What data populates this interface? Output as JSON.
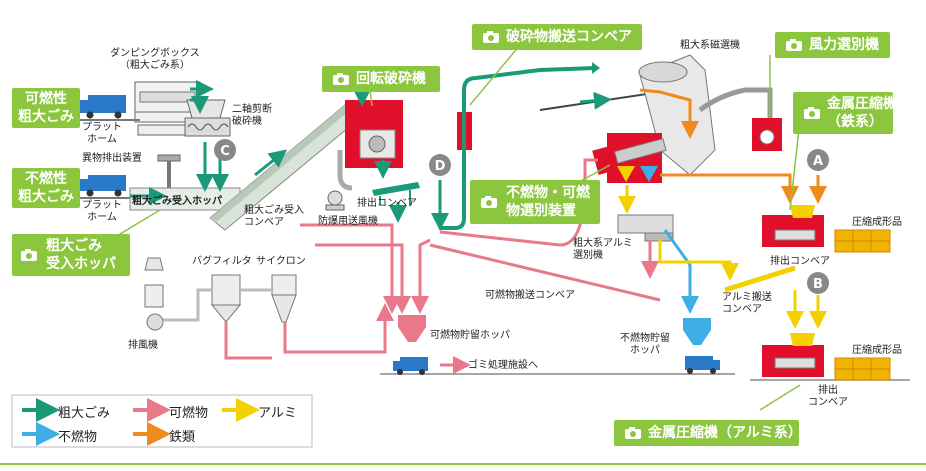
{
  "labels": {
    "dumping_box": "ダンピングボックス\n（粗大ごみ系）",
    "platform1": "プラット\nホーム",
    "platform2": "プラット\nホーム",
    "foreign_device": "異物排出装置",
    "shredder": "二軸剪断\n破砕機",
    "receiving_hopper": "粗大ごみ受入ホッパ",
    "receiving_conveyor": "粗大ごみ受入\nコンベア",
    "discharge_conveyor1": "排出コンベア",
    "blower": "防爆用送風機",
    "coarse_magnet": "粗大系磁選機",
    "coarse_aluminum": "粗大系アルミ\n選別機",
    "bag_filter": "バグフィルタ",
    "cyclone": "サイクロン",
    "exhaust_fan": "排風機",
    "combustible_conveyor": "可燃物搬送コンベア",
    "combustible_hopper": "可燃物貯留ホッパ",
    "garbage_facility": "ゴミ処理施設へ",
    "noncombustible_hopper": "不燃物貯留\nホッパ",
    "aluminum_conveyor": "アルミ搬送\nコンベア",
    "compressed1": "圧縮成形品",
    "compressed2": "圧縮成形品",
    "discharge_conveyor2": "排出コンベア",
    "discharge_conveyor3": "排出\nコンベア"
  },
  "markers": {
    "c": "C",
    "d": "D",
    "b": "B",
    "a": "A"
  },
  "boxes": {
    "flammable_bulky": "可燃性\n粗大ごみ",
    "nonflammable_bulky": "不燃性\n粗大ごみ",
    "bulky_hopper": "粗大ごみ\n受入ホッパ",
    "rotary_crusher": "回転破砕機",
    "crushed_conveyor": "破砕物搬送コンベア",
    "wind_separator": "風力選別機",
    "metal_press_iron": "金属圧縮機\n（鉄系）",
    "sorting_device": "不燃物・可燃\n物選別装置",
    "metal_press_aluminum": "金属圧縮機（アルミ系）"
  },
  "legend": [
    {
      "label": "粗大ごみ",
      "color": "#1a9a78"
    },
    {
      "label": "可燃物",
      "color": "#e8788a"
    },
    {
      "label": "アルミ",
      "color": "#f5d000"
    },
    {
      "label": "不燃物",
      "color": "#3eaee6"
    },
    {
      "label": "鉄類",
      "color": "#ef8b1e"
    }
  ],
  "colors": {
    "bulky": "#1a9a78",
    "combustible": "#e8788a",
    "aluminum": "#f5d000",
    "noncombustible": "#3eaee6",
    "iron": "#ef8b1e",
    "green_box": "#8cc63f",
    "machine_red": "#e0102a"
  }
}
